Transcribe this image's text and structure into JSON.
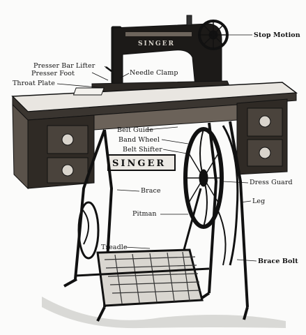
{
  "labels": {
    "stop_motion": "Stop Motion",
    "presser_bar_lifter": "Presser Bar Lifter",
    "presser_foot": "Presser Foot",
    "throat_plate": "Throat Plate",
    "needle_clamp": "Needle Clamp",
    "belt_guide": "Belt Guide",
    "band_wheel": "Band Wheel",
    "belt_shifter": "Belt Shifter",
    "dress_guard": "Dress Guard",
    "brace": "Brace",
    "leg": "Leg",
    "pitman": "Pitman",
    "treadle": "Treadle",
    "brace_bolt": "Brace Bolt"
  },
  "brand": "SINGER",
  "colors": {
    "ink": "#111111",
    "paper": "#fbfbfa",
    "wood": "#2a2520"
  }
}
